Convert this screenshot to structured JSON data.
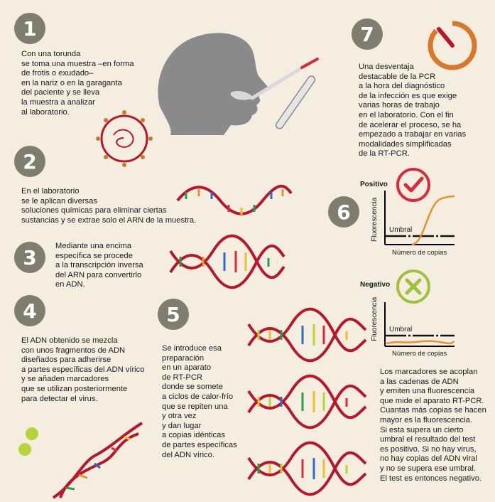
{
  "steps": {
    "s1": {
      "number": "1",
      "text": "Con una torunda\nse toma una muestra –en forma\nde frotis o exudado–\nen la nariz o en la garaganta\ndel paciente y se lleva\nla muestra a analizar\nal laboratorio."
    },
    "s2": {
      "number": "2",
      "text": "En el laboratorio\nse le aplican diversas\nsoluciones químicas para eliminar ciertas\nsustancias y se extrae solo el ARN de la muestra."
    },
    "s3": {
      "number": "3",
      "text": "Mediante una encima\nespecífica se procede\na la transcripción inversa\ndel ARN para convertirlo\nen ADN."
    },
    "s4": {
      "number": "4",
      "text": "El ADN obtenido se mezcla\ncon unos fragmentos de ADN\ndiseñados para adherirse\na partes específicas del ADN vírico\ny se añaden marcadores\nque se utilizan posteriormente\npara detectar el virus."
    },
    "s5": {
      "number": "5",
      "text": "Se introduce esa\npreparación\nen un aparato\nde RT-PCR\ndonde se somete\na ciclos de calor-frío\nque se repiten una\ny otra vez\ny dan lugar\na copias idénticas\nde partes específicas\ndel ADN vírico."
    },
    "s6": {
      "number": "6",
      "text": "Los marcadores se acoplan\na las cadenas de ADN\ny emiten una fluorescencia\nque mide el aparato RT-PCR.\nCuantas más copias se hacen\nmayor es la fluorescencia.\nSi esta supera un cierto\numbral el resultado del test\nes positivo. Si no hay virus,\nno hay copias del ADN viral\ny no se supera ese umbral.\nEl test es entonces negativo."
    },
    "s7": {
      "number": "7",
      "text": "Una desventaja\ndestacable de la PCR\na la hora del diagnóstico\nde la infección es que exige\nvarias horas de trabajo\nen el laboratorio. Con el fin\nde acelerar el proceso, se ha\nempezado a trabajar en varias\nmodalidades simplificadas\nde la RT-PCR."
    }
  },
  "charts": {
    "positive": {
      "title": "Positivo",
      "ylabel": "Fluorescencia",
      "xlabel": "Número de copias",
      "threshold_label": "Umbral"
    },
    "negative": {
      "title": "Negativo",
      "ylabel": "Fluorescencia",
      "xlabel": "Número de copias",
      "threshold_label": "Umbral"
    }
  },
  "colors": {
    "badge": "#7f7d6e",
    "strand": "#b5182b",
    "orange": "#e8912e",
    "check": "#d72c3a",
    "cross": "#9cc33b",
    "timer": "#d8782a",
    "face": "#8a8a8a",
    "bg": "#f5ede0"
  }
}
